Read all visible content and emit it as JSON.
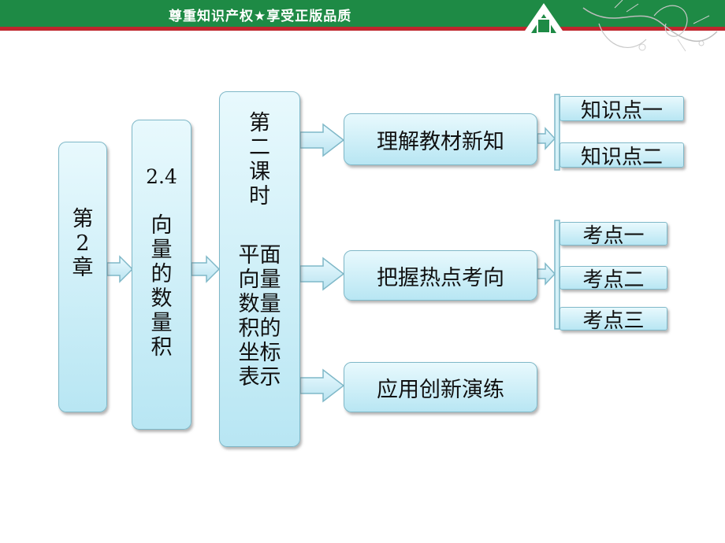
{
  "header": {
    "slogan": "尊重知识产权★享受正版品质"
  },
  "diagram": {
    "chapter": [
      "第",
      "2",
      "章"
    ],
    "section_number": "2.4",
    "section_title": [
      "向",
      "量",
      "的",
      "数",
      "量",
      "积"
    ],
    "lesson_label": [
      "第",
      "二",
      "课",
      "时"
    ],
    "lesson_title": [
      "平面",
      "向量",
      "数量",
      "积的",
      "坐标",
      "表示"
    ],
    "branches": [
      "理解教材新知",
      "把握热点考向",
      "应用创新演练"
    ],
    "knowledge_points": [
      "知识点一",
      "知识点二"
    ],
    "exam_points": [
      "考点一",
      "考点二",
      "考点三"
    ]
  },
  "colors": {
    "header_green": "#1e8a45",
    "header_red": "#c0262d",
    "box_fill": "#b8e6f3",
    "box_border": "#7fb8c8"
  }
}
